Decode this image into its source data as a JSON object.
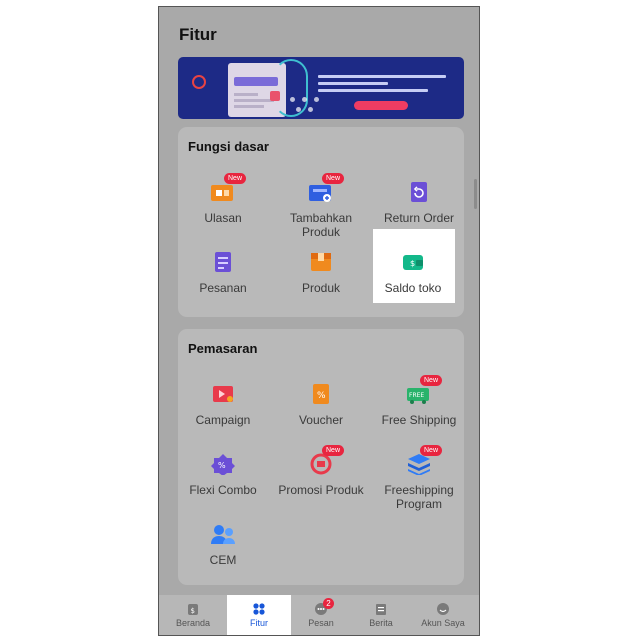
{
  "header": {
    "title": "Fitur"
  },
  "sections": [
    {
      "title": "Fungsi dasar",
      "items": [
        {
          "label": "Ulasan",
          "badge": "New",
          "icon": "review-icon"
        },
        {
          "label": "Tambahkan Produk",
          "badge": "New",
          "icon": "add-product-icon"
        },
        {
          "label": "Return Order",
          "badge": "",
          "icon": "return-order-icon"
        },
        {
          "label": "Pesanan",
          "badge": "",
          "icon": "orders-icon"
        },
        {
          "label": "Produk",
          "badge": "",
          "icon": "product-box-icon"
        },
        {
          "label": "Saldo toko",
          "badge": "",
          "icon": "wallet-icon"
        }
      ]
    },
    {
      "title": "Pemasaran",
      "items": [
        {
          "label": "Campaign",
          "badge": "",
          "icon": "campaign-flag-icon"
        },
        {
          "label": "Voucher",
          "badge": "",
          "icon": "voucher-icon"
        },
        {
          "label": "Free Shipping",
          "badge": "New",
          "icon": "free-shipping-icon"
        },
        {
          "label": "Flexi Combo",
          "badge": "",
          "icon": "flexi-combo-icon"
        },
        {
          "label": "Promosi Produk",
          "badge": "New",
          "icon": "product-promotion-icon"
        },
        {
          "label": "Freeshipping Program",
          "badge": "New",
          "icon": "freeshipping-program-icon"
        },
        {
          "label": "CEM",
          "badge": "",
          "icon": "cem-users-icon"
        }
      ]
    }
  ],
  "bottom_nav": [
    {
      "label": "Beranda",
      "icon": "home-icon",
      "active": false,
      "badge": ""
    },
    {
      "label": "Fitur",
      "icon": "grid-icon",
      "active": true,
      "badge": ""
    },
    {
      "label": "Pesan",
      "icon": "chat-icon",
      "active": false,
      "badge": "2"
    },
    {
      "label": "Berita",
      "icon": "news-icon",
      "active": false,
      "badge": ""
    },
    {
      "label": "Akun Saya",
      "icon": "account-icon",
      "active": false,
      "badge": ""
    }
  ],
  "colors": {
    "accent_blue": "#1756d8",
    "badge_red": "#e8253f",
    "banner_navy": "#1d2a86",
    "highlight": "#ffffff"
  }
}
